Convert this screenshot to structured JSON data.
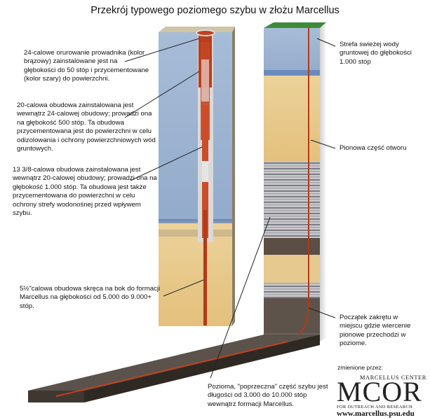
{
  "title": "Przekrój typowego poziomego szybu w złożu Marcellus",
  "labels": {
    "casing24": "24-calowe orurowanie prowadnika (kolor brązowy) zainstalowane jest na głębokości do 50 stóp i przycementowane (kolor szary) do powierzchni.",
    "casing20": "20-calowa obudowa zainstalowana jest wewnątrz 24-calowej obudowy; prowadzi ona na głębokość 500 stóp.  Ta obudowa przycementowana jest do powierzchni w celu odizolowania i ochrony powierzchniowych wód gruntowych.",
    "casing1338": "13 3/8-calowa obudowa zainstalowana jest wewnątrz 20-calowej obudowy; prowadzi ona na głębokość 1.000 stóp.  Ta obudowa jest także przycementowana do powierzchni w celu ochrony strefy wodonośnej przed wpływem szybu.",
    "casing55": "5½\"calowa obudowa skręca na bok do formacji Marcellus na głębokości od 5.000 do 9.000+ stóp.",
    "freshwater": "Strefa swieżej wody gruntowej do głębokości 1.000 stóp",
    "vertical": "Pionowa część otworu",
    "kickoff": "Początek zakrętu w miejscu gdzie wiercenie pionowe przechodzi w poziome.",
    "horizontal": "Pozioma, \"poprzeczna\" część szybu jest długości od 3.000 do 10.000 stóp wewnątrz formacji Marcellus."
  },
  "credit": {
    "modified_by": "zmienione przez:",
    "center": "MARCELLUS CENTER",
    "logo": "MCOR",
    "sub": "FOR OUTREACH AND RESEARCH",
    "url": "www.marcellus.psu.edu"
  },
  "colors": {
    "sky": "#9fb6d3",
    "sand": "#e9c98a",
    "casing": "#c0401e",
    "cement": "#d7d7d7",
    "grass": "#3f8a3a",
    "shale": "#5c5048",
    "leader": "#222222"
  }
}
